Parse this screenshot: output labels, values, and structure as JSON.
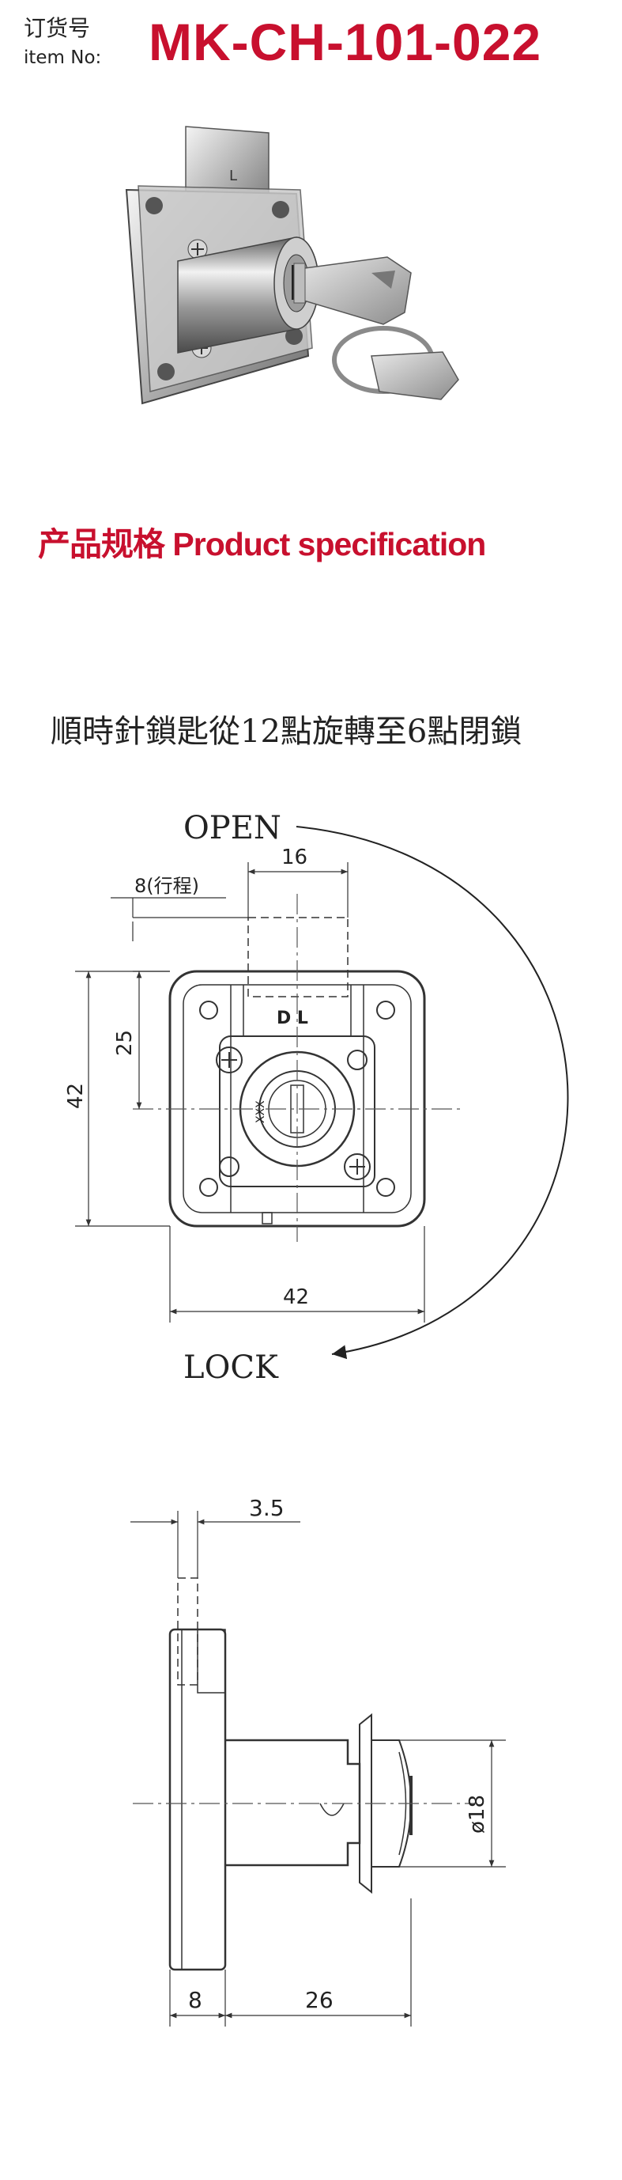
{
  "header": {
    "label_cn": "订货号",
    "label_en": "item No:",
    "item_code": "MK-CH-101-022"
  },
  "product_photo": {
    "marking": "L"
  },
  "spec_title": "产品规格 Product specification",
  "instruction": "順時針鎖匙從12點旋轉至6點閉鎖",
  "front_view": {
    "open_label": "OPEN",
    "lock_label": "LOCK",
    "travel_label": "8(行程)",
    "bolt_width": "16",
    "bolt_height": "25",
    "body_height": "42",
    "body_width": "42",
    "bolt_marking": "D L",
    "key_marking": "XXX"
  },
  "side_view": {
    "bolt_thickness": "3.5",
    "flange_thickness": "8",
    "cylinder_length": "26",
    "cylinder_diameter": "ø18"
  },
  "colors": {
    "brand_red": "#c8102e",
    "line": "#333333"
  }
}
